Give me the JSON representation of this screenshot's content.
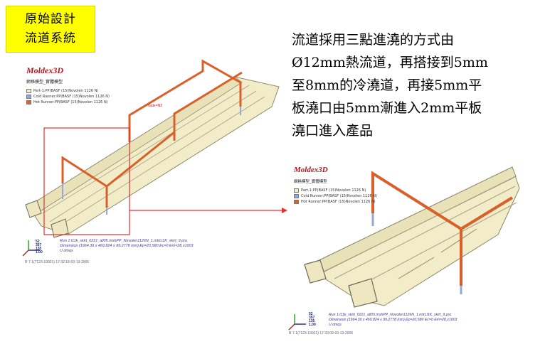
{
  "title": {
    "line1": "原始設計",
    "line2": "流道系統"
  },
  "description": {
    "lines": [
      "流道採用三點進澆的方式由",
      "Ø12mm熱流道，再搭接到5mm",
      "至8mm的冷澆道，再接5mm平",
      "板澆口由5mm漸進入2mm平板",
      "澆口進入產品"
    ]
  },
  "left_view": {
    "logo": "Moldex3D",
    "subtitle": "網格模型_實體模型",
    "legend": [
      {
        "label": "Part-1:PP(BASF (15)Novolen 1126 N)",
        "color": "#f2eccb"
      },
      {
        "label": "Cold Runner:PP(BASF (15)Novolen 1126 N)",
        "color": "#9aa6d8"
      },
      {
        "label": "Hot Runner:PP(BASF (15)Novolen 1126 N)",
        "color": "#d9602a"
      }
    ],
    "gate_label": "Gate=N2",
    "info_line1": "Run 1:l11k_skirt_0221_all05.mshPP_Novolen1126N_1.mtrLl1K_skirt_9.pro",
    "info_line2": "Dimension (1964.39 x 469.824 x 99.2778 mm),Ep=20,580 Ec=0 Em=28,v1003",
    "info_line3": "U dmqs",
    "scale_numbers": [
      "52",
      "357",
      "135",
      "1.00"
    ],
    "footer": "R 7.1(7123-19921) 17:32:18-03-13-2006"
  },
  "right_view": {
    "logo": "Moldex3D",
    "subtitle": "網格模型_實體模型",
    "legend": [
      {
        "label": "Part-1:PP(BASF (15)Novolen 1126 N)",
        "color": "#f2eccb"
      },
      {
        "label": "Cold Runner:PP(BASF (15)Novolen 1126 N)",
        "color": "#9aa6d8"
      },
      {
        "label": "Hot Runner:PP(BASF (15)Novolen 1126 N)",
        "color": "#d9602a"
      }
    ],
    "info_line1": "Run 1:l11k_skirt_0221_all05.mshPP_Novolen1126N_1.mtrLl1K_skirt_9.pro",
    "info_line2": "Dimension (1964.39 x 469.824 x 99.2778 mm),Ep=20,580 Ec=0 Em=28,v1003",
    "info_line3": "U dmqs",
    "scale_numbers": [
      "52",
      "357",
      "135",
      "1.00"
    ],
    "footer": "R 7.1(7123-19921) 17:33:09-03-13-2006"
  },
  "colors": {
    "part": "#f2ecc9",
    "part_edge": "#8c8a6a",
    "hot_runner": "#d9602a",
    "cold_runner": "#9aa6d8",
    "highlight_box": "#e03030",
    "title_bg": "#ffff00"
  }
}
